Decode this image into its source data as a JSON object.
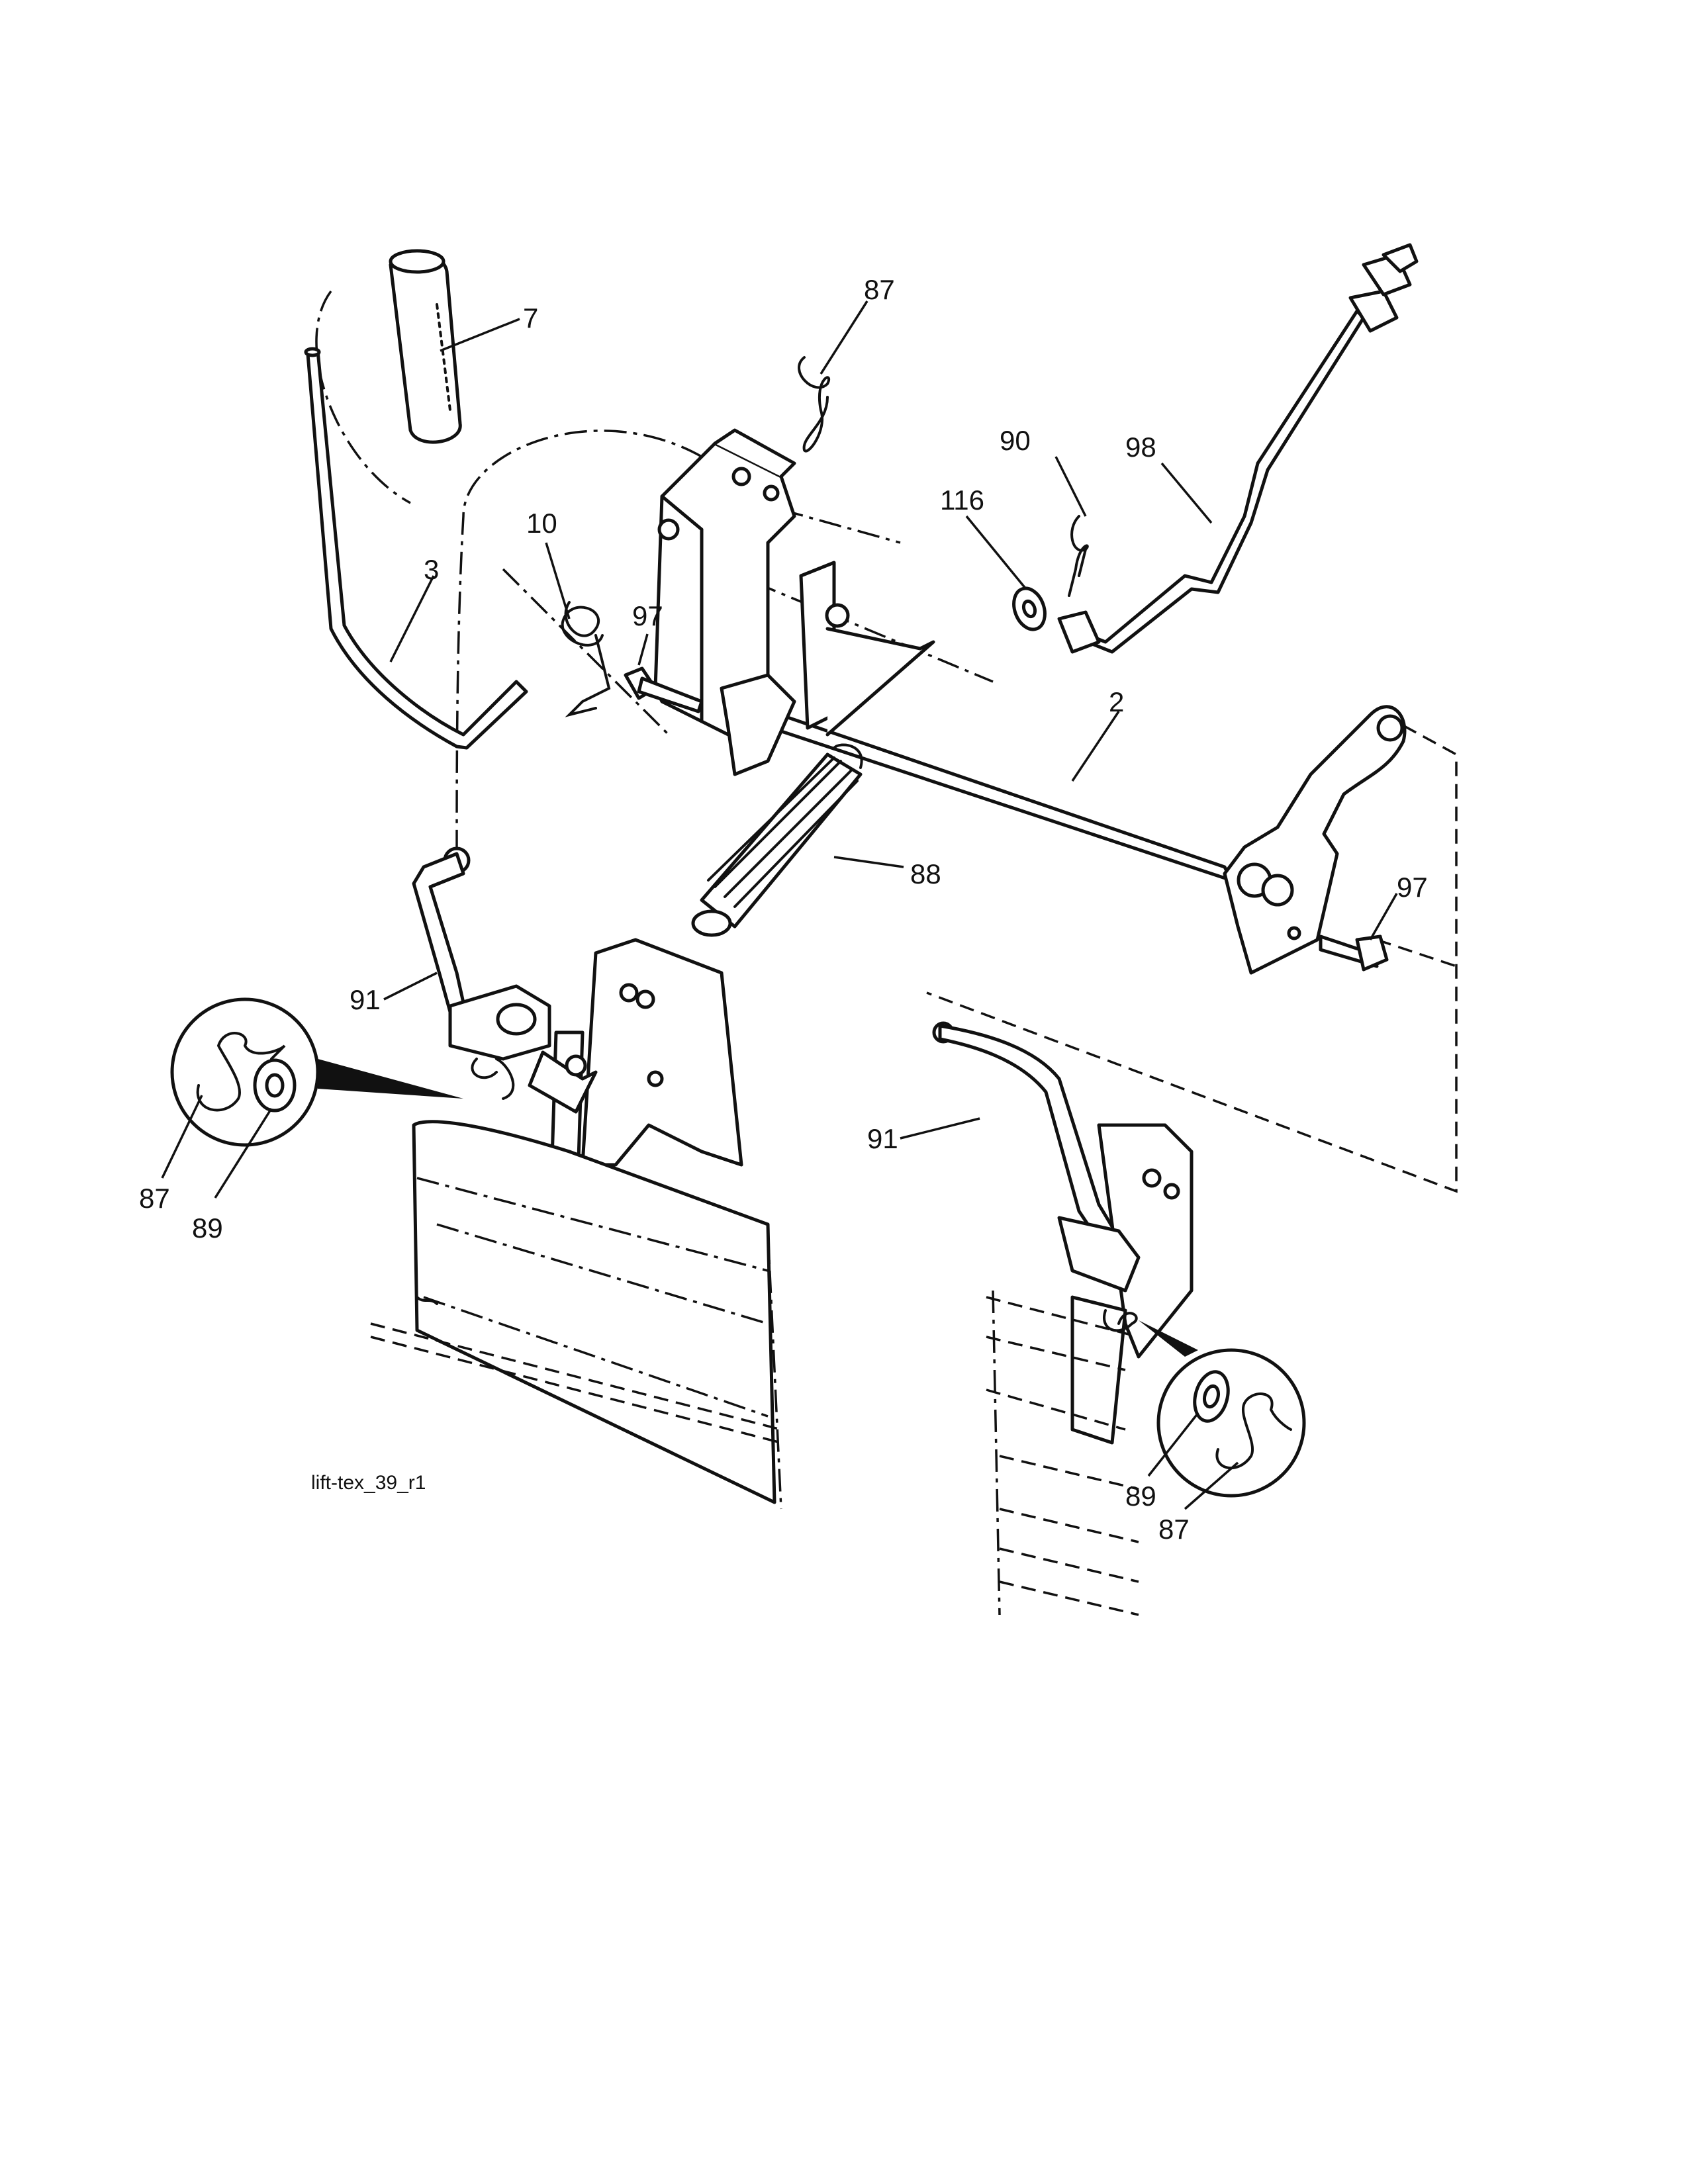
{
  "diagram": {
    "reference_code": "lift-tex_39_r1",
    "callouts": {
      "handle_grip": "7",
      "lift_lever": "3",
      "torsion_spring": "10",
      "hairpin_clip_top": "87",
      "bolt_left": "97",
      "bolt_right": "97",
      "cotter_pin": "90",
      "washer_top": "116",
      "link_rod": "98",
      "lift_shaft": "2",
      "extension_spring": "88",
      "lift_link_left": "91",
      "lift_link_right": "91",
      "detail_left_clip": "87",
      "detail_left_washer": "89",
      "detail_right_washer": "89",
      "detail_right_clip": "87"
    }
  }
}
